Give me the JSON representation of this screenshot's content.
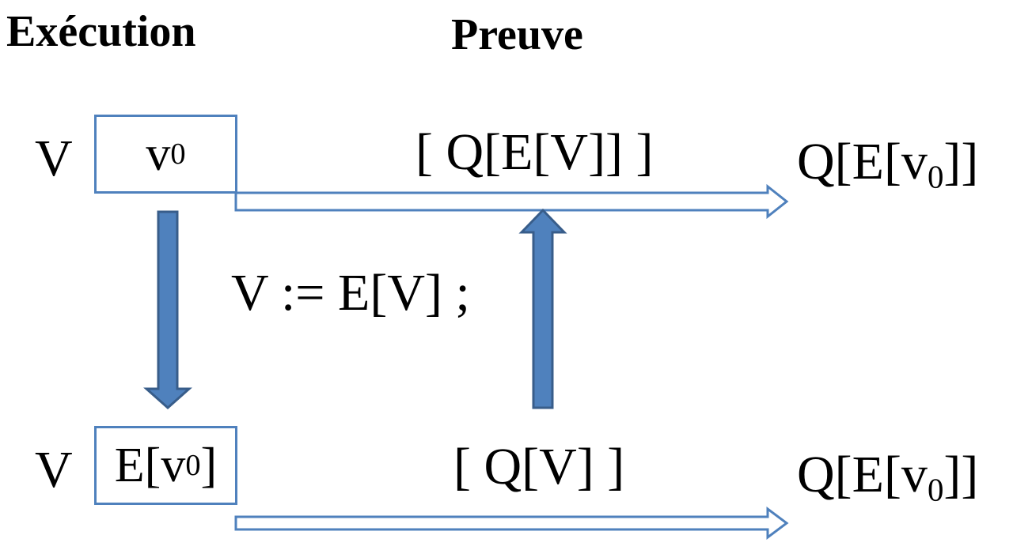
{
  "headings": {
    "execution": "Exécution",
    "proof": "Preuve"
  },
  "row_top": {
    "var_label": "V",
    "box_value_base": "v",
    "box_value_sub": "0",
    "proof_expr": "[ Q[E[V]] ]",
    "result_prefix": "Q[E[v",
    "result_sub": "0",
    "result_suffix": "]]"
  },
  "row_bottom": {
    "var_label": "V",
    "box_value_prefix": "E[v",
    "box_value_sub": "0",
    "box_value_suffix": "]",
    "proof_expr": "[ Q[V] ]",
    "result_prefix": "Q[E[v",
    "result_sub": "0",
    "result_suffix": "]]"
  },
  "assignment": "V := E[V] ;",
  "colors": {
    "accent": "#4f81bd",
    "arrow_fill": "#4f81bd",
    "arrow_stroke": "#385d8a",
    "text": "#000000"
  }
}
